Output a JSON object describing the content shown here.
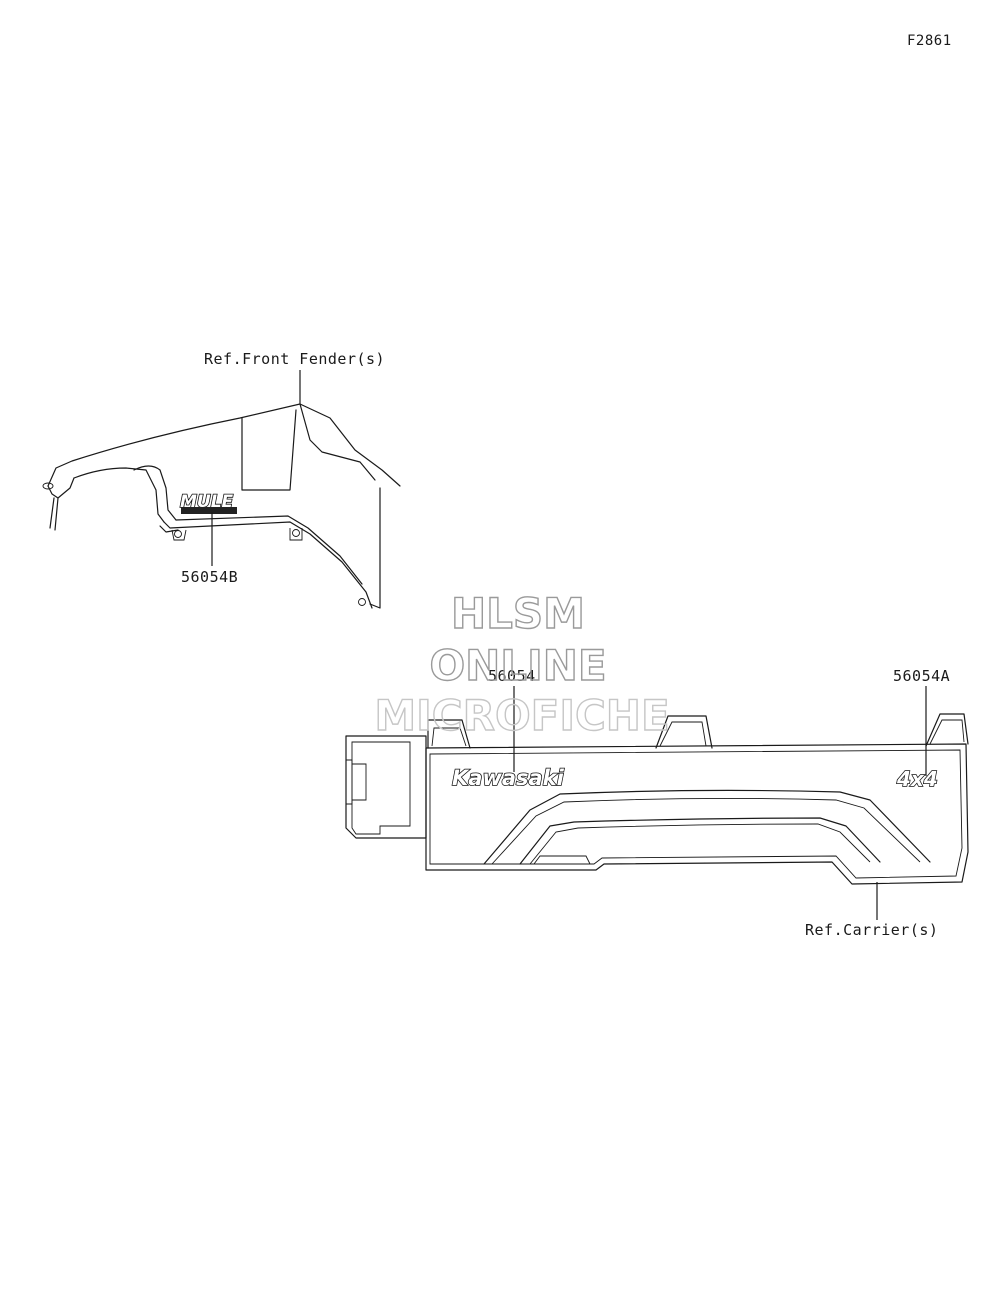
{
  "figure_code": "F2861",
  "watermark": {
    "line1": "HLSM",
    "line2": "ONLINE",
    "line3": "MICROFICHE"
  },
  "callouts": {
    "front_fender_ref": "Ref.Front Fender(s)",
    "part_56054B": "56054B",
    "part_56054": "56054",
    "part_56054A": "56054A",
    "carrier_ref": "Ref.Carrier(s)"
  },
  "decals": {
    "mule_logo": "MULE",
    "kawasaki_logo": "Kawasaki",
    "four_by_four": "4x4"
  }
}
